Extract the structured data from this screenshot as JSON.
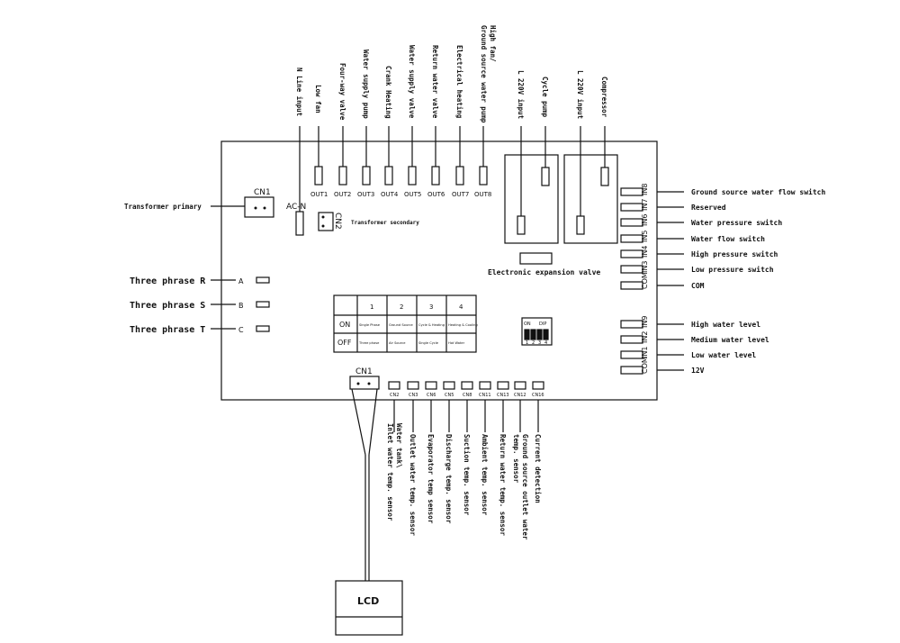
{
  "board": {
    "cn1_top": "CN1",
    "ac_n": "AC-N",
    "cn2": "CN2",
    "cn1_bottom": "CN1",
    "transformer_primary": "Transformer primary",
    "transformer_secondary": "Transformer secondary",
    "eev": "Electronic expansion valve",
    "lcd": "LCD"
  },
  "outputs": {
    "ports": [
      "OUT1",
      "OUT2",
      "OUT3",
      "OUT4",
      "OUT5",
      "OUT6",
      "OUT7",
      "OUT8"
    ],
    "top_labels": [
      "N Line input",
      "Low fan",
      "Four-way valve",
      "Water supply pump",
      "Crank Heating",
      "Water supply valve",
      "Return water valve",
      "Electrical heating",
      "High fan/",
      "Ground source water pump",
      "L 220V input",
      "Cycle pump",
      "L 220V input",
      "Compressor"
    ]
  },
  "phases": [
    {
      "label": "Three phrase  R",
      "terminal": "A"
    },
    {
      "label": "Three phrase  S",
      "terminal": "B"
    },
    {
      "label": "Three phrase  T",
      "terminal": "C"
    }
  ],
  "right_inputs": [
    {
      "port": "IN8",
      "label": "Ground source water flow switch"
    },
    {
      "port": "IN7",
      "label": "Reserved"
    },
    {
      "port": "IN6",
      "label": "Water pressure switch"
    },
    {
      "port": "IN5",
      "label": "Water flow switch"
    },
    {
      "port": "IN4",
      "label": "High pressure switch"
    },
    {
      "port": "IN3",
      "label": "Low pressure switch"
    },
    {
      "port": "COM",
      "label": "COM"
    },
    {
      "port": "IN9",
      "label": "High water level"
    },
    {
      "port": "IN2",
      "label": "Medium water level"
    },
    {
      "port": "IN1",
      "label": "Low water level"
    },
    {
      "port": "COM",
      "label": "12V"
    }
  ],
  "dip_table": {
    "headers": [
      "1",
      "2",
      "3",
      "4"
    ],
    "rows": [
      {
        "state": "ON",
        "cells": [
          "Single Phase",
          "Ground Source",
          "Cycle & Heating",
          "Heating & Cooling"
        ]
      },
      {
        "state": "OFF",
        "cells": [
          "Three phase",
          "Air Source",
          "Single Cycle",
          "Hot Water"
        ]
      }
    ]
  },
  "dip_switch": {
    "on": "ON",
    "dip": "DIP",
    "nums": [
      "1",
      "2",
      "3",
      "4"
    ]
  },
  "sensors": {
    "ports": [
      "CN2",
      "CN3",
      "CN6",
      "CN5",
      "CN8",
      "CN11",
      "CN13",
      "CN12",
      "CN16"
    ],
    "labels": [
      "Water tank\\",
      "Inlet water temp. sensor",
      "Outlet water temp. sensor",
      "Evaporator temp sensor",
      "Discharge temp. sensor",
      "Suction temp. sensor",
      "Ambient temp. sensor",
      "Return water temp. sensor",
      "Ground source outlet water",
      "temp. sensor",
      "Current detection"
    ]
  }
}
